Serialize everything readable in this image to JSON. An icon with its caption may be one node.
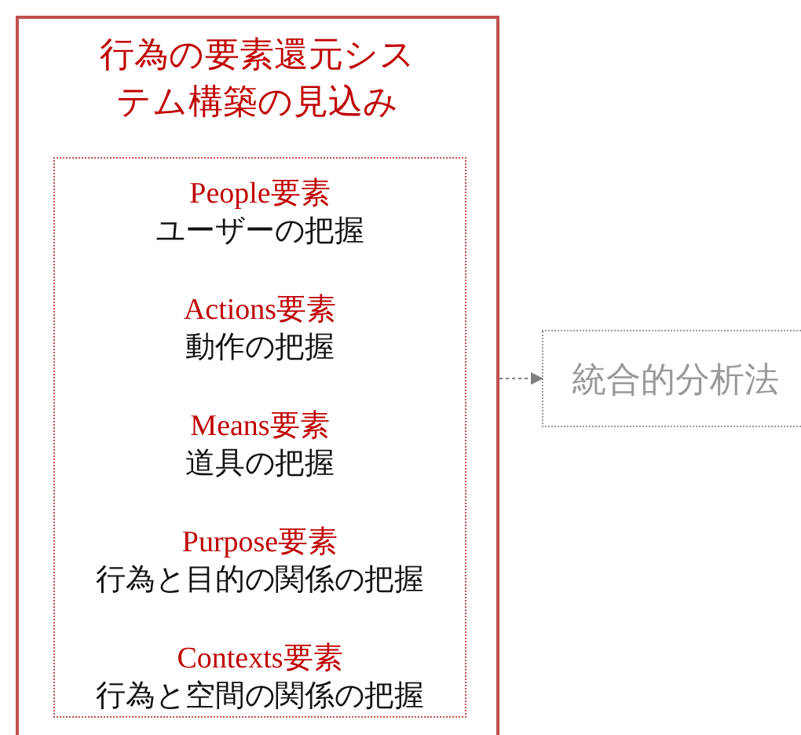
{
  "diagram": {
    "nodes": [
      {
        "text": [
          "行為の要素還元システム構築の見込み"
        ]
      },
      {
        "text": [
          "People要素",
          "ユーザーの把握",
          "Actions要素",
          "動作の把握",
          "Means要素",
          "道具の把握",
          "Purpose要素",
          "行為と目的の関係の把握",
          "Contexts要素",
          "行為と空間の関係の把握"
        ],
        "in": 0
      },
      {
        "text": [
          "統合的分析法"
        ]
      }
    ],
    "edges": [
      {
        "from": 0,
        "to": 2,
        "arrow": "to",
        "style": "dashed",
        "color": "#808080"
      }
    ]
  }
}
